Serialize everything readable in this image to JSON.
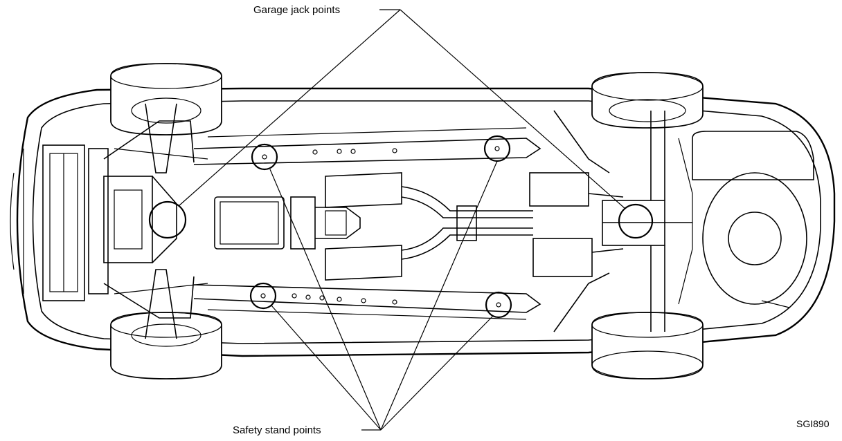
{
  "labels": {
    "garage_jack_points": "Garage jack points",
    "safety_stand_points": "Safety stand points",
    "figure_code": "SGI890"
  }
}
